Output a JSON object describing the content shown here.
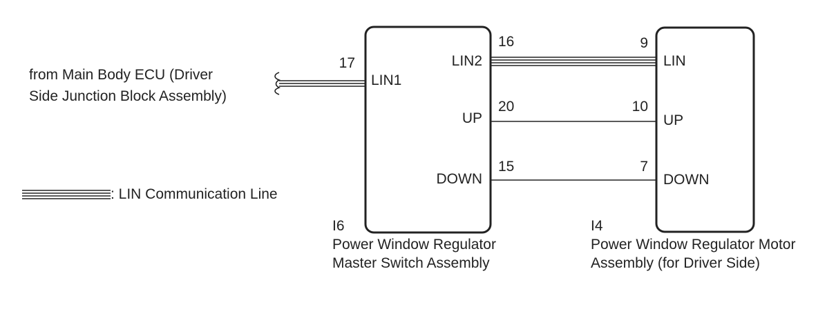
{
  "source": {
    "line1": "from Main Body ECU (Driver",
    "line2": "Side Junction Block Assembly)"
  },
  "legend": {
    "label": ": LIN Communication Line"
  },
  "master": {
    "code": "I6",
    "name_line1": "Power Window Regulator",
    "name_line2": "Master Switch Assembly",
    "pins": {
      "lin1": {
        "number": "17",
        "label": "LIN1"
      },
      "lin2": {
        "number": "16",
        "label": "LIN2"
      },
      "up": {
        "number": "20",
        "label": "UP"
      },
      "down": {
        "number": "15",
        "label": "DOWN"
      }
    }
  },
  "motor": {
    "code": "I4",
    "name_line1": "Power Window Regulator Motor",
    "name_line2": "Assembly (for Driver Side)",
    "pins": {
      "lin": {
        "number": "9",
        "label": "LIN"
      },
      "up": {
        "number": "10",
        "label": "UP"
      },
      "down": {
        "number": "7",
        "label": "DOWN"
      }
    }
  }
}
